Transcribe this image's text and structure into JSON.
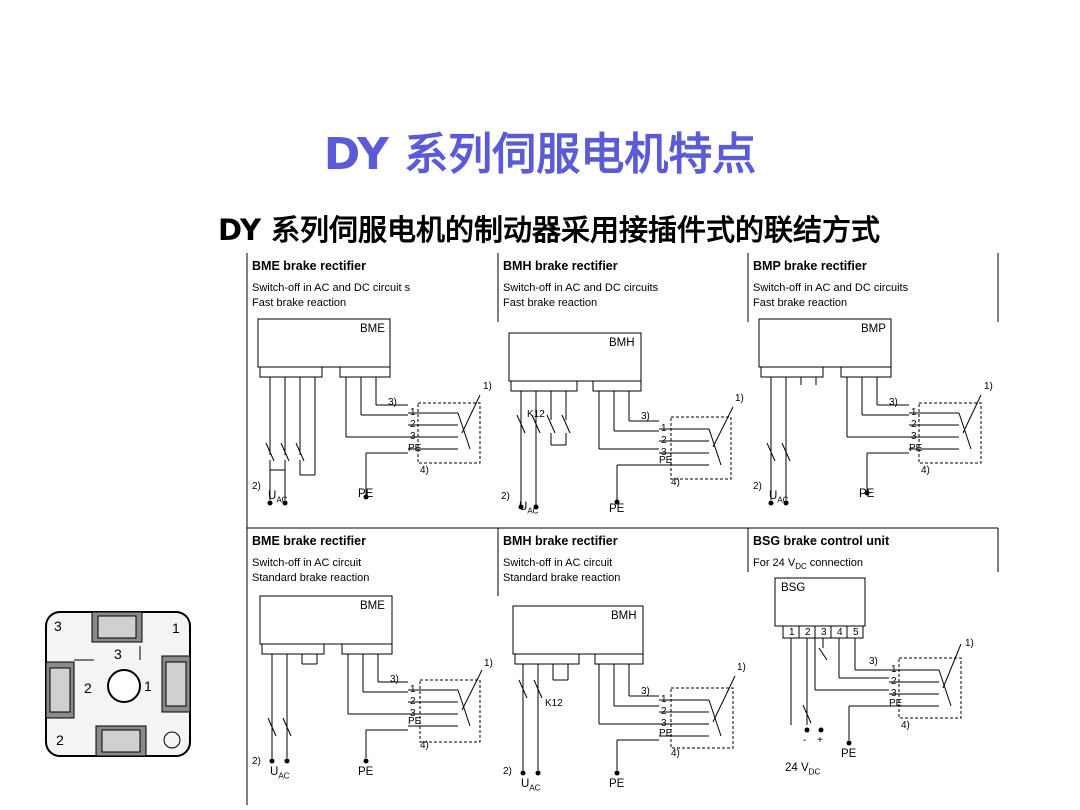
{
  "slide": {
    "title": "DY 系列伺服电机特点",
    "subtitle": "DY 系列伺服电机的制动器采用接插件式的联结方式"
  },
  "panels": [
    {
      "title": "BME brake rectifier",
      "desc1": "Switch-off in AC and DC circuit s",
      "desc2": "Fast brake reaction",
      "unit": "BME",
      "k12": ""
    },
    {
      "title": "BMH brake rectifier",
      "desc1": "Switch-off in AC and DC circuits",
      "desc2": "Fast brake reaction",
      "unit": "BMH",
      "k12": "K12"
    },
    {
      "title": "BMP brake rectifier",
      "desc1": "Switch-off in AC and DC circuits",
      "desc2": "Fast brake reaction",
      "unit": "BMP",
      "k12": ""
    },
    {
      "title": "BME brake rectifier",
      "desc1": "Switch-off in AC circuit",
      "desc2": "Standard brake reaction",
      "unit": "BME",
      "k12": ""
    },
    {
      "title": "BMH brake rectifier",
      "desc1": "Switch-off in AC circuit",
      "desc2": "Standard brake reaction",
      "unit": "BMH",
      "k12": "K12"
    },
    {
      "title": "BSG brake control unit",
      "desc1": "For 24 V",
      "desc1_sub": "DC",
      "desc1_tail": " connection",
      "unit": "BSG"
    }
  ],
  "labels": {
    "note1": "1)",
    "note2": "2)",
    "note3": "3)",
    "note4": "4)",
    "pe": "PE",
    "u": "U",
    "u_sub": "AC",
    "t1": "1",
    "t2": "2",
    "t3": "3",
    "bsg_terms": [
      "1",
      "2",
      "3",
      "4",
      "5"
    ],
    "v24": "24 V",
    "v24_sub": "DC",
    "minus": "-",
    "plus": "+"
  },
  "connector": {
    "nums": [
      "3",
      "1",
      "3",
      "1",
      "2",
      "2"
    ]
  }
}
